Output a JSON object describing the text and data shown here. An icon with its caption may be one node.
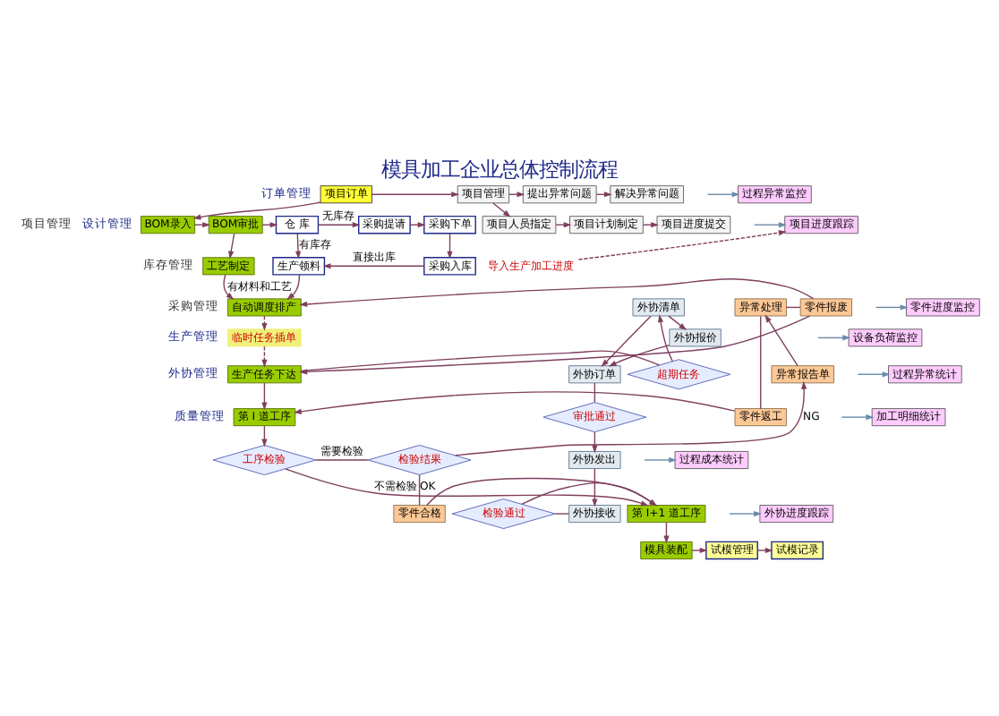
{
  "diagram": {
    "title": "模具加工企业总体控制流程",
    "nodes": [
      {
        "text": [
          "项目订单"
        ]
      },
      {
        "text": [
          "项目管理"
        ]
      },
      {
        "text": [
          "提出异常问题"
        ]
      },
      {
        "text": [
          "解决异常问题"
        ]
      },
      {
        "text": [
          "项目人员指定"
        ]
      },
      {
        "text": [
          "项目计划制定"
        ]
      },
      {
        "text": [
          "项目进度提交"
        ]
      },
      {
        "text": [
          "BOM录入"
        ]
      },
      {
        "text": [
          "BOM审批"
        ]
      },
      {
        "text": [
          "仓 库"
        ]
      },
      {
        "text": [
          "采购提请"
        ]
      },
      {
        "text": [
          "采购下单"
        ]
      },
      {
        "text": [
          "工艺制定"
        ]
      },
      {
        "text": [
          "生产领料"
        ]
      },
      {
        "text": [
          "采购入库"
        ]
      },
      {
        "text": [
          "外协清单"
        ]
      },
      {
        "text": [
          "外协报价"
        ]
      },
      {
        "text": [
          "外协订单"
        ]
      },
      {
        "text": [
          "审批通过"
        ]
      },
      {
        "text": [
          "外协发出"
        ]
      },
      {
        "text": [
          "外协接收"
        ]
      },
      {
        "text": [
          "超期任务"
        ]
      },
      {
        "text": [
          "检验通过"
        ]
      },
      {
        "text": [
          "自动调度排产"
        ]
      },
      {
        "text": [
          "临时任务插单"
        ]
      },
      {
        "text": [
          "生产任务下达"
        ]
      },
      {
        "text": [
          "第 I 道工序"
        ]
      },
      {
        "text": [
          "工序检验"
        ]
      },
      {
        "text": [
          "第 I+1 道工序"
        ]
      },
      {
        "text": [
          "模具装配"
        ]
      },
      {
        "text": [
          "试模管理"
        ]
      },
      {
        "text": [
          "试模记录"
        ]
      },
      {
        "text": [
          "零件报废"
        ]
      },
      {
        "text": [
          "异常处理"
        ]
      },
      {
        "text": [
          "异常报告单"
        ]
      },
      {
        "text": [
          "零件返工"
        ]
      },
      {
        "text": [
          "检验结果"
        ]
      },
      {
        "text": [
          "零件合格"
        ]
      },
      {
        "text": [
          "过程异常监控"
        ]
      },
      {
        "text": [
          "项目进度跟踪"
        ]
      },
      {
        "text": [
          "导入生产加工进度"
        ]
      },
      {
        "text": [
          "零件进度监控"
        ]
      },
      {
        "text": [
          "设备负荷监控"
        ]
      },
      {
        "text": [
          "过程异常统计"
        ]
      },
      {
        "text": [
          "加工明细统计"
        ]
      },
      {
        "text": [
          "过程成本统计"
        ]
      },
      {
        "text": [
          "外协进度跟踪"
        ]
      }
    ],
    "edges": [
      {
        "from": 0,
        "to": 1,
        "arrow": "to"
      },
      {
        "from": 1,
        "to": 2,
        "arrow": "to"
      },
      {
        "from": 1,
        "to": 4,
        "arrow": "to"
      },
      {
        "from": 2,
        "to": 3,
        "arrow": "to"
      },
      {
        "from": 4,
        "to": 5,
        "arrow": "to"
      },
      {
        "from": 5,
        "to": 6,
        "arrow": "to"
      },
      {
        "from": 0,
        "to": 7,
        "arrow": "to"
      },
      {
        "from": 7,
        "to": 8,
        "arrow": "to"
      },
      {
        "from": 8,
        "to": 9,
        "arrow": "to"
      },
      {
        "from": 8,
        "to": 12,
        "arrow": "to"
      },
      {
        "from": 9,
        "to": 10,
        "arrow": "to",
        "label": "无库存"
      },
      {
        "from": 10,
        "to": 11,
        "arrow": "to"
      },
      {
        "from": 11,
        "to": 14,
        "arrow": "to"
      },
      {
        "from": 14,
        "to": 13,
        "arrow": "to",
        "label": "直接出库"
      },
      {
        "from": 9,
        "to": 13,
        "arrow": "to",
        "label": "有库存"
      },
      {
        "from": 12,
        "to": 23,
        "arrow": "to",
        "label": "有材料和工艺"
      },
      {
        "from": 13,
        "to": 23,
        "arrow": "to"
      },
      {
        "from": 23,
        "to": 24,
        "arrow": "to",
        "style": "dashed"
      },
      {
        "from": 24,
        "to": 25,
        "arrow": "to",
        "style": "dashed"
      },
      {
        "from": 25,
        "to": 26,
        "arrow": "to"
      },
      {
        "from": 26,
        "to": 27,
        "arrow": "to"
      },
      {
        "from": 27,
        "to": 28,
        "arrow": "to",
        "label": "不需检验"
      },
      {
        "from": 27,
        "to": 36,
        "arrow": "none",
        "label": "需要检验"
      },
      {
        "from": 36,
        "to": 34,
        "arrow": "to",
        "label": "NG"
      },
      {
        "from": 34,
        "to": 33,
        "arrow": "to"
      },
      {
        "from": 33,
        "to": 32,
        "arrow": "none"
      },
      {
        "from": 33,
        "to": 35,
        "arrow": "none"
      },
      {
        "from": 32,
        "to": 23,
        "arrow": "to"
      },
      {
        "from": 32,
        "to": 25,
        "arrow": "to"
      },
      {
        "from": 35,
        "to": 26,
        "arrow": "to"
      },
      {
        "from": 36,
        "to": 37,
        "arrow": "none",
        "label": "OK"
      },
      {
        "from": 37,
        "to": 28,
        "arrow": "to"
      },
      {
        "from": 28,
        "to": 29,
        "arrow": "to"
      },
      {
        "from": 29,
        "to": 30,
        "arrow": "to"
      },
      {
        "from": 30,
        "to": 31,
        "arrow": "to"
      },
      {
        "from": 15,
        "to": 16,
        "arrow": "to"
      },
      {
        "from": 16,
        "to": 17,
        "arrow": "to"
      },
      {
        "from": 15,
        "to": 17,
        "arrow": "to"
      },
      {
        "from": 17,
        "to": 18,
        "arrow": "none"
      },
      {
        "from": 18,
        "to": 19,
        "arrow": "to"
      },
      {
        "from": 19,
        "to": 20,
        "arrow": "to"
      },
      {
        "from": 20,
        "to": 22,
        "arrow": "none"
      },
      {
        "from": 22,
        "to": 28,
        "arrow": "to"
      },
      {
        "from": 25,
        "to": 21,
        "arrow": "none"
      },
      {
        "from": 21,
        "to": 15,
        "arrow": "to"
      },
      {
        "from": 40,
        "to": 39,
        "arrow": "to",
        "style": "dashed"
      },
      {
        "from": null,
        "to": 38,
        "arrow": "to",
        "color": "#6a8aa8"
      },
      {
        "from": null,
        "to": 39,
        "arrow": "to",
        "color": "#6a8aa8"
      },
      {
        "from": null,
        "to": 41,
        "arrow": "to",
        "color": "#6a8aa8"
      },
      {
        "from": null,
        "to": 42,
        "arrow": "to",
        "color": "#6a8aa8"
      },
      {
        "from": null,
        "to": 43,
        "arrow": "to",
        "color": "#6a8aa8"
      },
      {
        "from": null,
        "to": 44,
        "arrow": "to",
        "color": "#6a8aa8"
      },
      {
        "from": null,
        "to": 45,
        "arrow": "to",
        "color": "#6a8aa8"
      },
      {
        "from": null,
        "to": 46,
        "arrow": "to",
        "color": "#6a8aa8"
      }
    ],
    "labels": [
      "订单管理",
      "项目管理",
      "设计管理",
      "库存管理",
      "采购管理",
      "生产管理",
      "外协管理",
      "质量管理"
    ]
  }
}
